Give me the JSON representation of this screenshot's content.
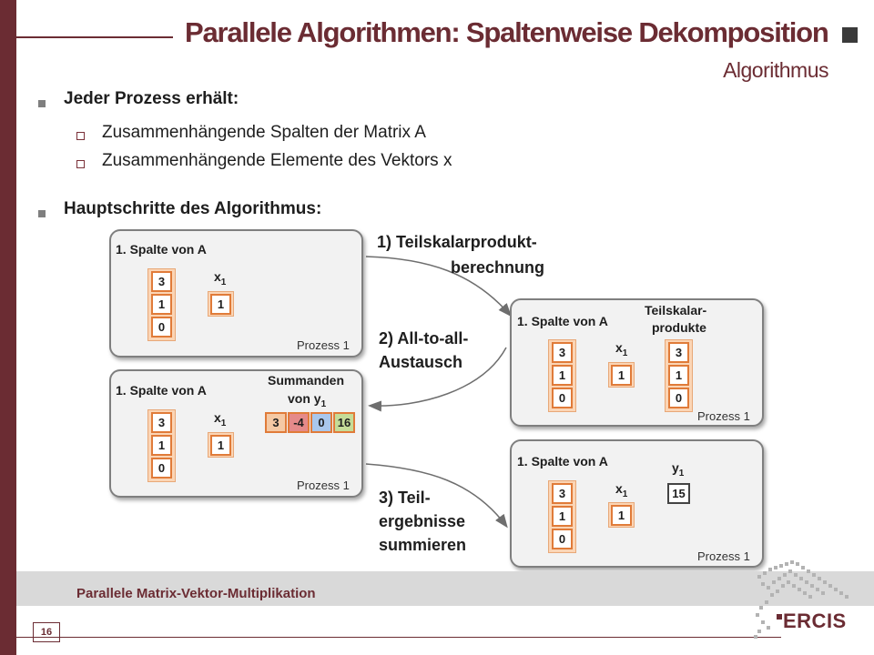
{
  "slide": {
    "title": "Parallele Algorithmen: Spaltenweise Dekomposition",
    "subtitle": "Algorithmus",
    "footer": "Parallele Matrix-Vektor-Multiplikation",
    "page_number": "16",
    "logo": "ERCIS"
  },
  "bullets": [
    {
      "text": "Jeder Prozess erhält:",
      "sub": [
        "Zusammenhängende Spalten der Matrix A",
        "Zusammenhängende Elemente des Vektors x"
      ]
    },
    {
      "text": "Hauptschritte des Algorithmus:"
    }
  ],
  "diagram": {
    "column_label": "1. Spalte von A",
    "x_label": "x",
    "x_sub": "1",
    "process_label": "Prozess 1",
    "column_values": [
      "3",
      "1",
      "0"
    ],
    "x_value": "1",
    "partial_products_label_1": "Teilskalar-",
    "partial_products_label_2": "produkte",
    "partial_products": [
      "3",
      "1",
      "0"
    ],
    "summands_label": "Summanden",
    "summands_sub_label": "von y",
    "summands_sub_index": "1",
    "summands": [
      "3",
      "-4",
      "0",
      "16"
    ],
    "summand_colors": [
      "#f5c9a4",
      "#e58a8a",
      "#a9c7ec",
      "#c5dc98"
    ],
    "y_label": "y",
    "y_sub": "1",
    "y_value": "15",
    "steps": {
      "step1_line1": "1) Teilskalarprodukt-",
      "step1_line2": "berechnung",
      "step2_line1": "2) All-to-all-",
      "step2_line2": "Austausch",
      "step3_line1": "3) Teil-",
      "step3_line2": "ergebnisse",
      "step3_line3": "summieren"
    }
  }
}
